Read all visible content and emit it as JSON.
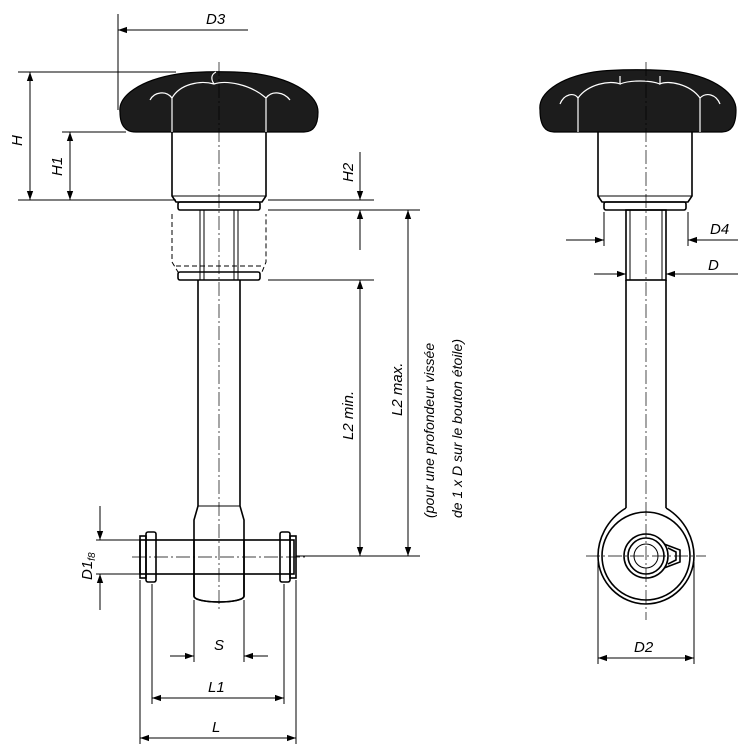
{
  "dimensions": {
    "d3": "D3",
    "h": "H",
    "h1": "H1",
    "h2": "H2",
    "l2_min": "L2 min.",
    "l2_max": "L2 max.",
    "d1": "D1",
    "d1_tolerance": "f8",
    "s": "S",
    "l1": "L1",
    "l": "L",
    "d4": "D4",
    "d": "D",
    "d2": "D2"
  },
  "note": {
    "line1": "(pour une profondeur vissée",
    "line2": "de 1 x D sur le bouton étoile)"
  }
}
